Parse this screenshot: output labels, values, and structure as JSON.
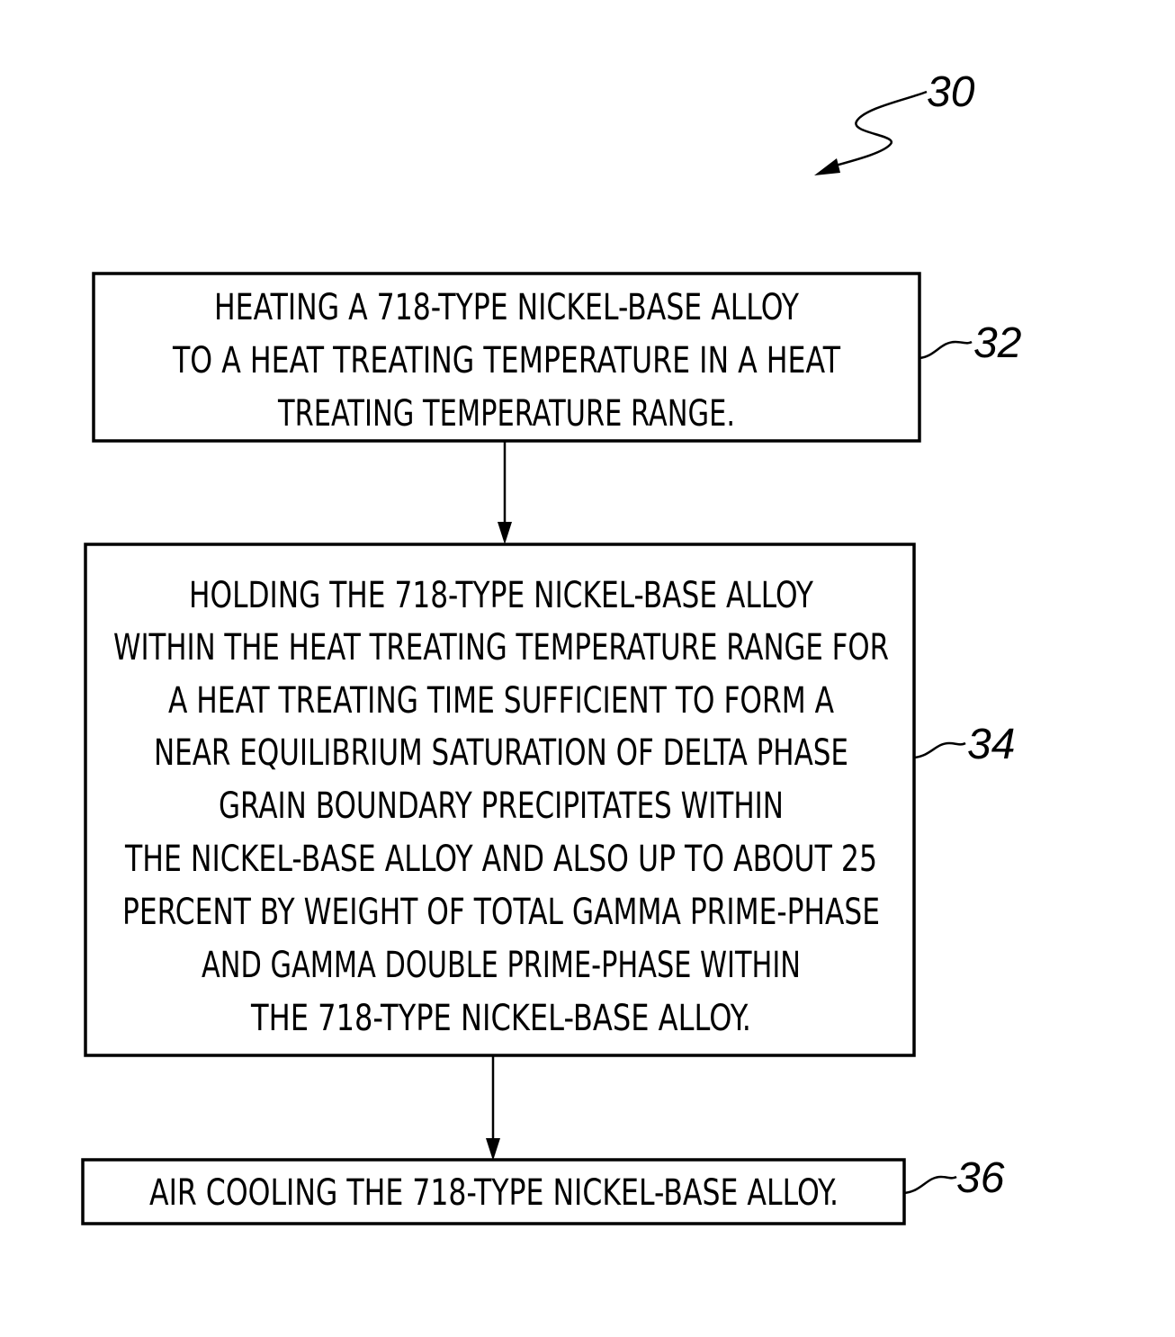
{
  "figure": {
    "reference_label": "30"
  },
  "steps": [
    {
      "ref": "32",
      "lines": [
        "HEATING A 718-TYPE NICKEL-BASE ALLOY",
        "TO A HEAT TREATING TEMPERATURE IN A HEAT",
        "TREATING TEMPERATURE RANGE."
      ]
    },
    {
      "ref": "34",
      "lines": [
        "HOLDING THE 718-TYPE NICKEL-BASE ALLOY",
        "WITHIN THE HEAT TREATING TEMPERATURE RANGE FOR",
        "A HEAT TREATING TIME SUFFICIENT TO FORM A",
        "NEAR EQUILIBRIUM SATURATION OF DELTA PHASE",
        "GRAIN BOUNDARY PRECIPITATES WITHIN",
        "THE NICKEL-BASE ALLOY AND ALSO UP TO ABOUT 25",
        "PERCENT BY WEIGHT OF TOTAL GAMMA PRIME-PHASE",
        "AND GAMMA DOUBLE PRIME-PHASE WITHIN",
        "THE 718-TYPE NICKEL-BASE ALLOY."
      ]
    },
    {
      "ref": "36",
      "lines": [
        "AIR COOLING THE 718-TYPE NICKEL-BASE ALLOY."
      ]
    }
  ]
}
